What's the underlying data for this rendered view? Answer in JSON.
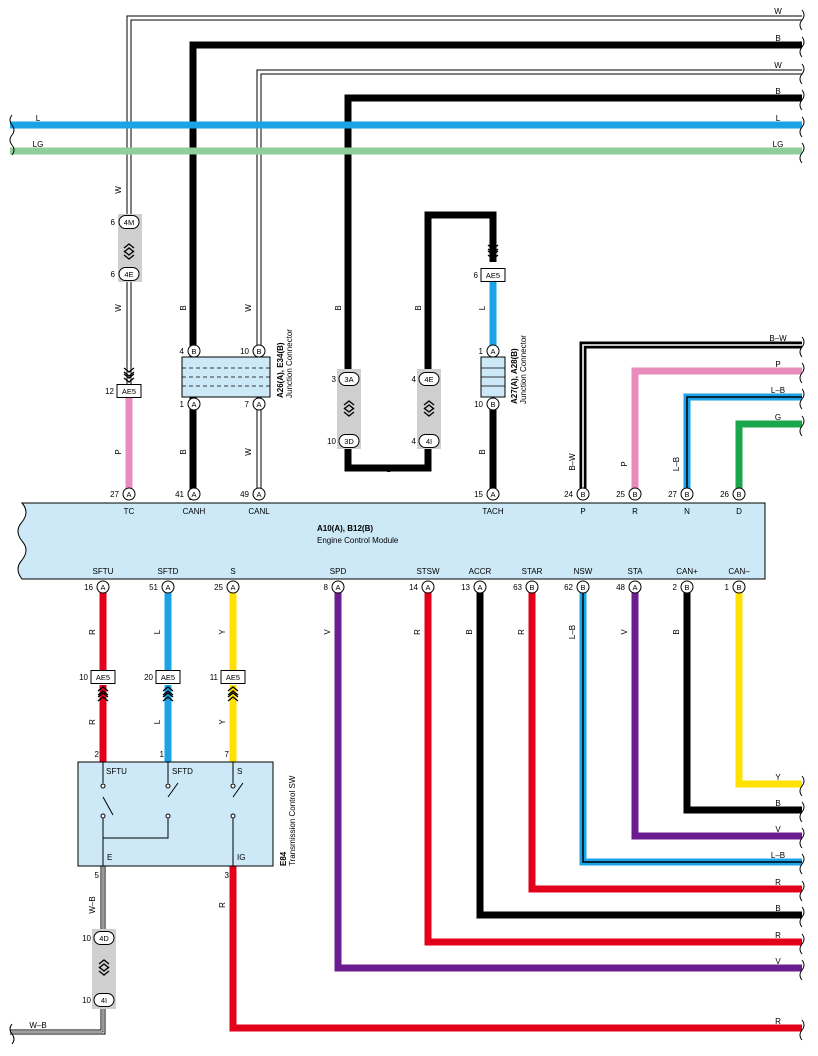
{
  "colors": {
    "B": "#000000",
    "W": "#ffffff",
    "L": "#1aa3e6",
    "LG": "#8fcd9a",
    "P": "#e98cbd",
    "G": "#1aa64b",
    "R": "#e3001b",
    "Y": "#ffe100",
    "V": "#6b1d8f",
    "module_fill": "#cde8f7",
    "jc_fill": "#cfcfcf"
  },
  "top_wires": [
    {
      "code": "W"
    },
    {
      "code": "B"
    },
    {
      "code": "W"
    },
    {
      "code": "B"
    },
    {
      "code": "L"
    },
    {
      "code": "LG"
    }
  ],
  "top_wires_left": [
    {
      "code": "L"
    },
    {
      "code": "LG"
    }
  ],
  "right_wires": [
    {
      "code": "B–W"
    },
    {
      "code": "P"
    },
    {
      "code": "L–B"
    },
    {
      "code": "G"
    }
  ],
  "bottom_right_wires": [
    {
      "code": "Y"
    },
    {
      "code": "B"
    },
    {
      "code": "V"
    },
    {
      "code": "L–B"
    },
    {
      "code": "R"
    },
    {
      "code": "B"
    },
    {
      "code": "R"
    },
    {
      "code": "V"
    },
    {
      "code": "R"
    }
  ],
  "bottom_left_wire": {
    "code": "W–B"
  },
  "ecm": {
    "title": "A10(A), B12(B)",
    "subtitle": "Engine Control Module",
    "top_pins": [
      {
        "signal": "TC",
        "pin": "27",
        "conn": "A",
        "wire": "P"
      },
      {
        "signal": "CANH",
        "pin": "41",
        "conn": "A",
        "wire": "B"
      },
      {
        "signal": "CANL",
        "pin": "49",
        "conn": "A",
        "wire": "W"
      },
      {
        "signal": "TACH",
        "pin": "15",
        "conn": "A",
        "wire": "B"
      },
      {
        "signal": "P",
        "pin": "24",
        "conn": "B",
        "wire": "B–W"
      },
      {
        "signal": "R",
        "pin": "25",
        "conn": "B",
        "wire": "P"
      },
      {
        "signal": "N",
        "pin": "27",
        "conn": "B",
        "wire": "L–B"
      },
      {
        "signal": "D",
        "pin": "26",
        "conn": "B",
        "wire": ""
      }
    ],
    "bottom_pins": [
      {
        "signal": "SFTU",
        "pin": "16",
        "conn": "A",
        "wire": "R"
      },
      {
        "signal": "SFTD",
        "pin": "51",
        "conn": "A",
        "wire": "L"
      },
      {
        "signal": "S",
        "pin": "25",
        "conn": "A",
        "wire": "Y"
      },
      {
        "signal": "SPD",
        "pin": "8",
        "conn": "A",
        "wire": "V"
      },
      {
        "signal": "STSW",
        "pin": "14",
        "conn": "A",
        "wire": "R"
      },
      {
        "signal": "ACCR",
        "pin": "13",
        "conn": "A",
        "wire": "B"
      },
      {
        "signal": "STAR",
        "pin": "63",
        "conn": "B",
        "wire": "R"
      },
      {
        "signal": "NSW",
        "pin": "62",
        "conn": "B",
        "wire": "L–B"
      },
      {
        "signal": "STA",
        "pin": "48",
        "conn": "A",
        "wire": "V"
      },
      {
        "signal": "CAN+",
        "pin": "2",
        "conn": "B",
        "wire": "B"
      },
      {
        "signal": "CAN–",
        "pin": "1",
        "conn": "B",
        "wire": ""
      }
    ]
  },
  "junction_connector_1": {
    "title": "A26(A), E34(B)",
    "subtitle": "Junction Connector",
    "pins": [
      "4",
      "B",
      "10",
      "B",
      "1",
      "A",
      "7",
      "A"
    ]
  },
  "junction_connector_2": {
    "title": "A27(A), A28(B)",
    "subtitle": "Junction Connector",
    "pins": [
      "1",
      "A",
      "10",
      "B"
    ]
  },
  "switch": {
    "title": "E84",
    "subtitle": "Transmission Control SW",
    "terminals": [
      "SFTU",
      "SFTD",
      "S",
      "E",
      "IG"
    ],
    "pins": [
      "2",
      "1",
      "7",
      "5",
      "3"
    ]
  },
  "inline_connectors": [
    {
      "pin": "6",
      "id": "4M"
    },
    {
      "pin": "6",
      "id": "4E"
    },
    {
      "pin": "3",
      "id": "3A"
    },
    {
      "pin": "10",
      "id": "3D"
    },
    {
      "pin": "4",
      "id": "4E"
    },
    {
      "pin": "4",
      "id": "4I"
    },
    {
      "pin": "10",
      "id": "4D"
    },
    {
      "pin": "10",
      "id": "4I"
    }
  ],
  "ae5": [
    {
      "pin": "12",
      "id": "AE5"
    },
    {
      "pin": "6",
      "id": "AE5"
    },
    {
      "pin": "10",
      "id": "AE5"
    },
    {
      "pin": "20",
      "id": "AE5"
    },
    {
      "pin": "11",
      "id": "AE5"
    }
  ],
  "wire_labels": {
    "w_up": "W",
    "w_down": "W",
    "p_tc": "P",
    "b_canh_up": "B",
    "b_canh_dn": "B",
    "w_canl_up": "W",
    "w_canl_dn": "W",
    "b_3a": "B",
    "b_4e": "B",
    "b_bot": "B",
    "l_tach": "L",
    "b_tach": "B",
    "bw": "B–W",
    "p_r": "P",
    "lb_n": "L–B",
    "r1": "R",
    "l1": "L",
    "y1": "Y",
    "r2": "R",
    "l2": "L",
    "y2": "Y",
    "v_spd": "V",
    "r_stsw": "R",
    "b_accr": "B",
    "r_star": "R",
    "lb_nsw": "L–B",
    "v_sta": "V",
    "b_can": "B",
    "wb": "W–B",
    "r_ig": "R"
  }
}
